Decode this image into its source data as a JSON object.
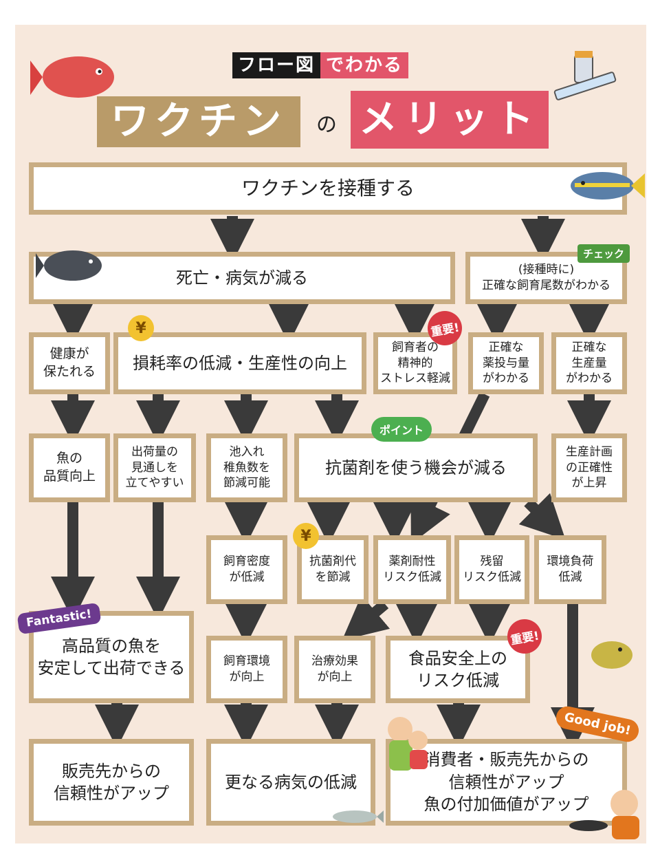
{
  "header": {
    "label_black": "フロー図",
    "label_pink": "でわかる",
    "title_left": "ワクチン",
    "title_mid": "の",
    "title_right": "メリット"
  },
  "nodes": {
    "vaccinate": "ワクチンを接種する",
    "mortality": "死亡・病気が減る",
    "count": "(接種時に)\n正確な飼育尾数がわかる",
    "health": "健康が\n保たれる",
    "lossrate": "損耗率の低減・生産性の向上",
    "stress": "飼育者の\n精神的\nストレス軽減",
    "dose": "正確な\n薬投与量\nがわかる",
    "production": "正確な\n生産量\nがわかる",
    "fishquality": "魚の\n品質向上",
    "shipment": "出荷量の\n見通しを\n立てやすい",
    "stocking": "池入れ\n稚魚数を\n節減可能",
    "antibiotic": "抗菌剤を使う機会が減る",
    "plan": "生産計画\nの正確性\nが上昇",
    "density": "飼育密度\nが低減",
    "cost": "抗菌剤代\nを節減",
    "resistance": "薬剤耐性\nリスク低減",
    "residue": "残留\nリスク低減",
    "environment": "環境負荷\n低減",
    "highquality": "高品質の魚を\n安定して出荷できる",
    "environment2": "飼育環境\nが向上",
    "treatment": "治療効果\nが向上",
    "foodsafety": "食品安全上の\nリスク低減",
    "trust": "販売先からの\n信頼性がアップ",
    "disease": "更なる病気の低減",
    "consumer": "消費者・販売先からの\n信頼性がアップ\n魚の付加価値がアップ"
  },
  "badges": {
    "important": "重要!",
    "point": "ポイント",
    "check": "チェック",
    "yen": "¥",
    "fantastic": "Fantastic!",
    "goodjob": "Good job!"
  },
  "colors": {
    "box_border": "#c9ad83",
    "arrow": "#3a3a3a",
    "background": "#f7e8dc",
    "accent_pink": "#e2566a",
    "accent_tan": "#b99b69"
  }
}
